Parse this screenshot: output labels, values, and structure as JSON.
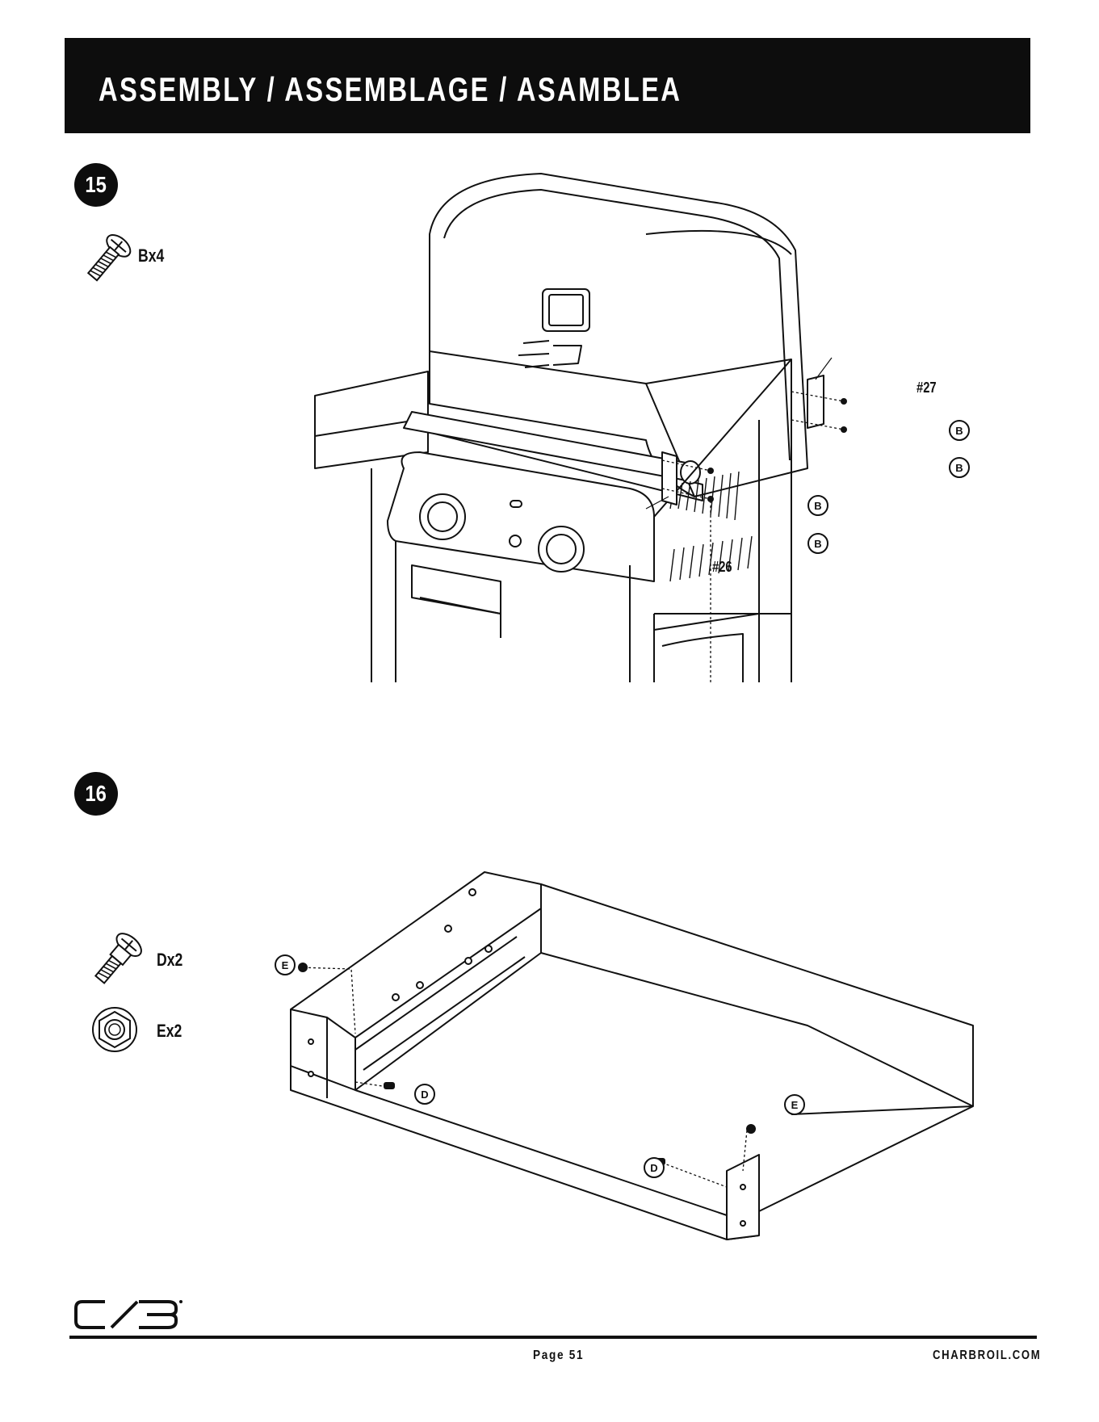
{
  "header": {
    "title": "ASSEMBLY / ASSEMBLAGE / ASAMBLEA"
  },
  "steps": [
    {
      "number": "15",
      "hardware": [
        {
          "icon": "screw-icon",
          "qty": "Bx4"
        }
      ],
      "parts": [
        "#27",
        "#26"
      ],
      "callouts": [
        "B",
        "B",
        "B",
        "B"
      ]
    },
    {
      "number": "16",
      "hardware": [
        {
          "icon": "shoulder-bolt-icon",
          "qty": "Dx2"
        },
        {
          "icon": "nut-icon",
          "qty": "Ex2"
        }
      ],
      "callouts": [
        "E",
        "D",
        "E",
        "D"
      ]
    }
  ],
  "footer": {
    "logo": "CB",
    "page": "Page 51",
    "site": "CHARBROIL.COM"
  }
}
